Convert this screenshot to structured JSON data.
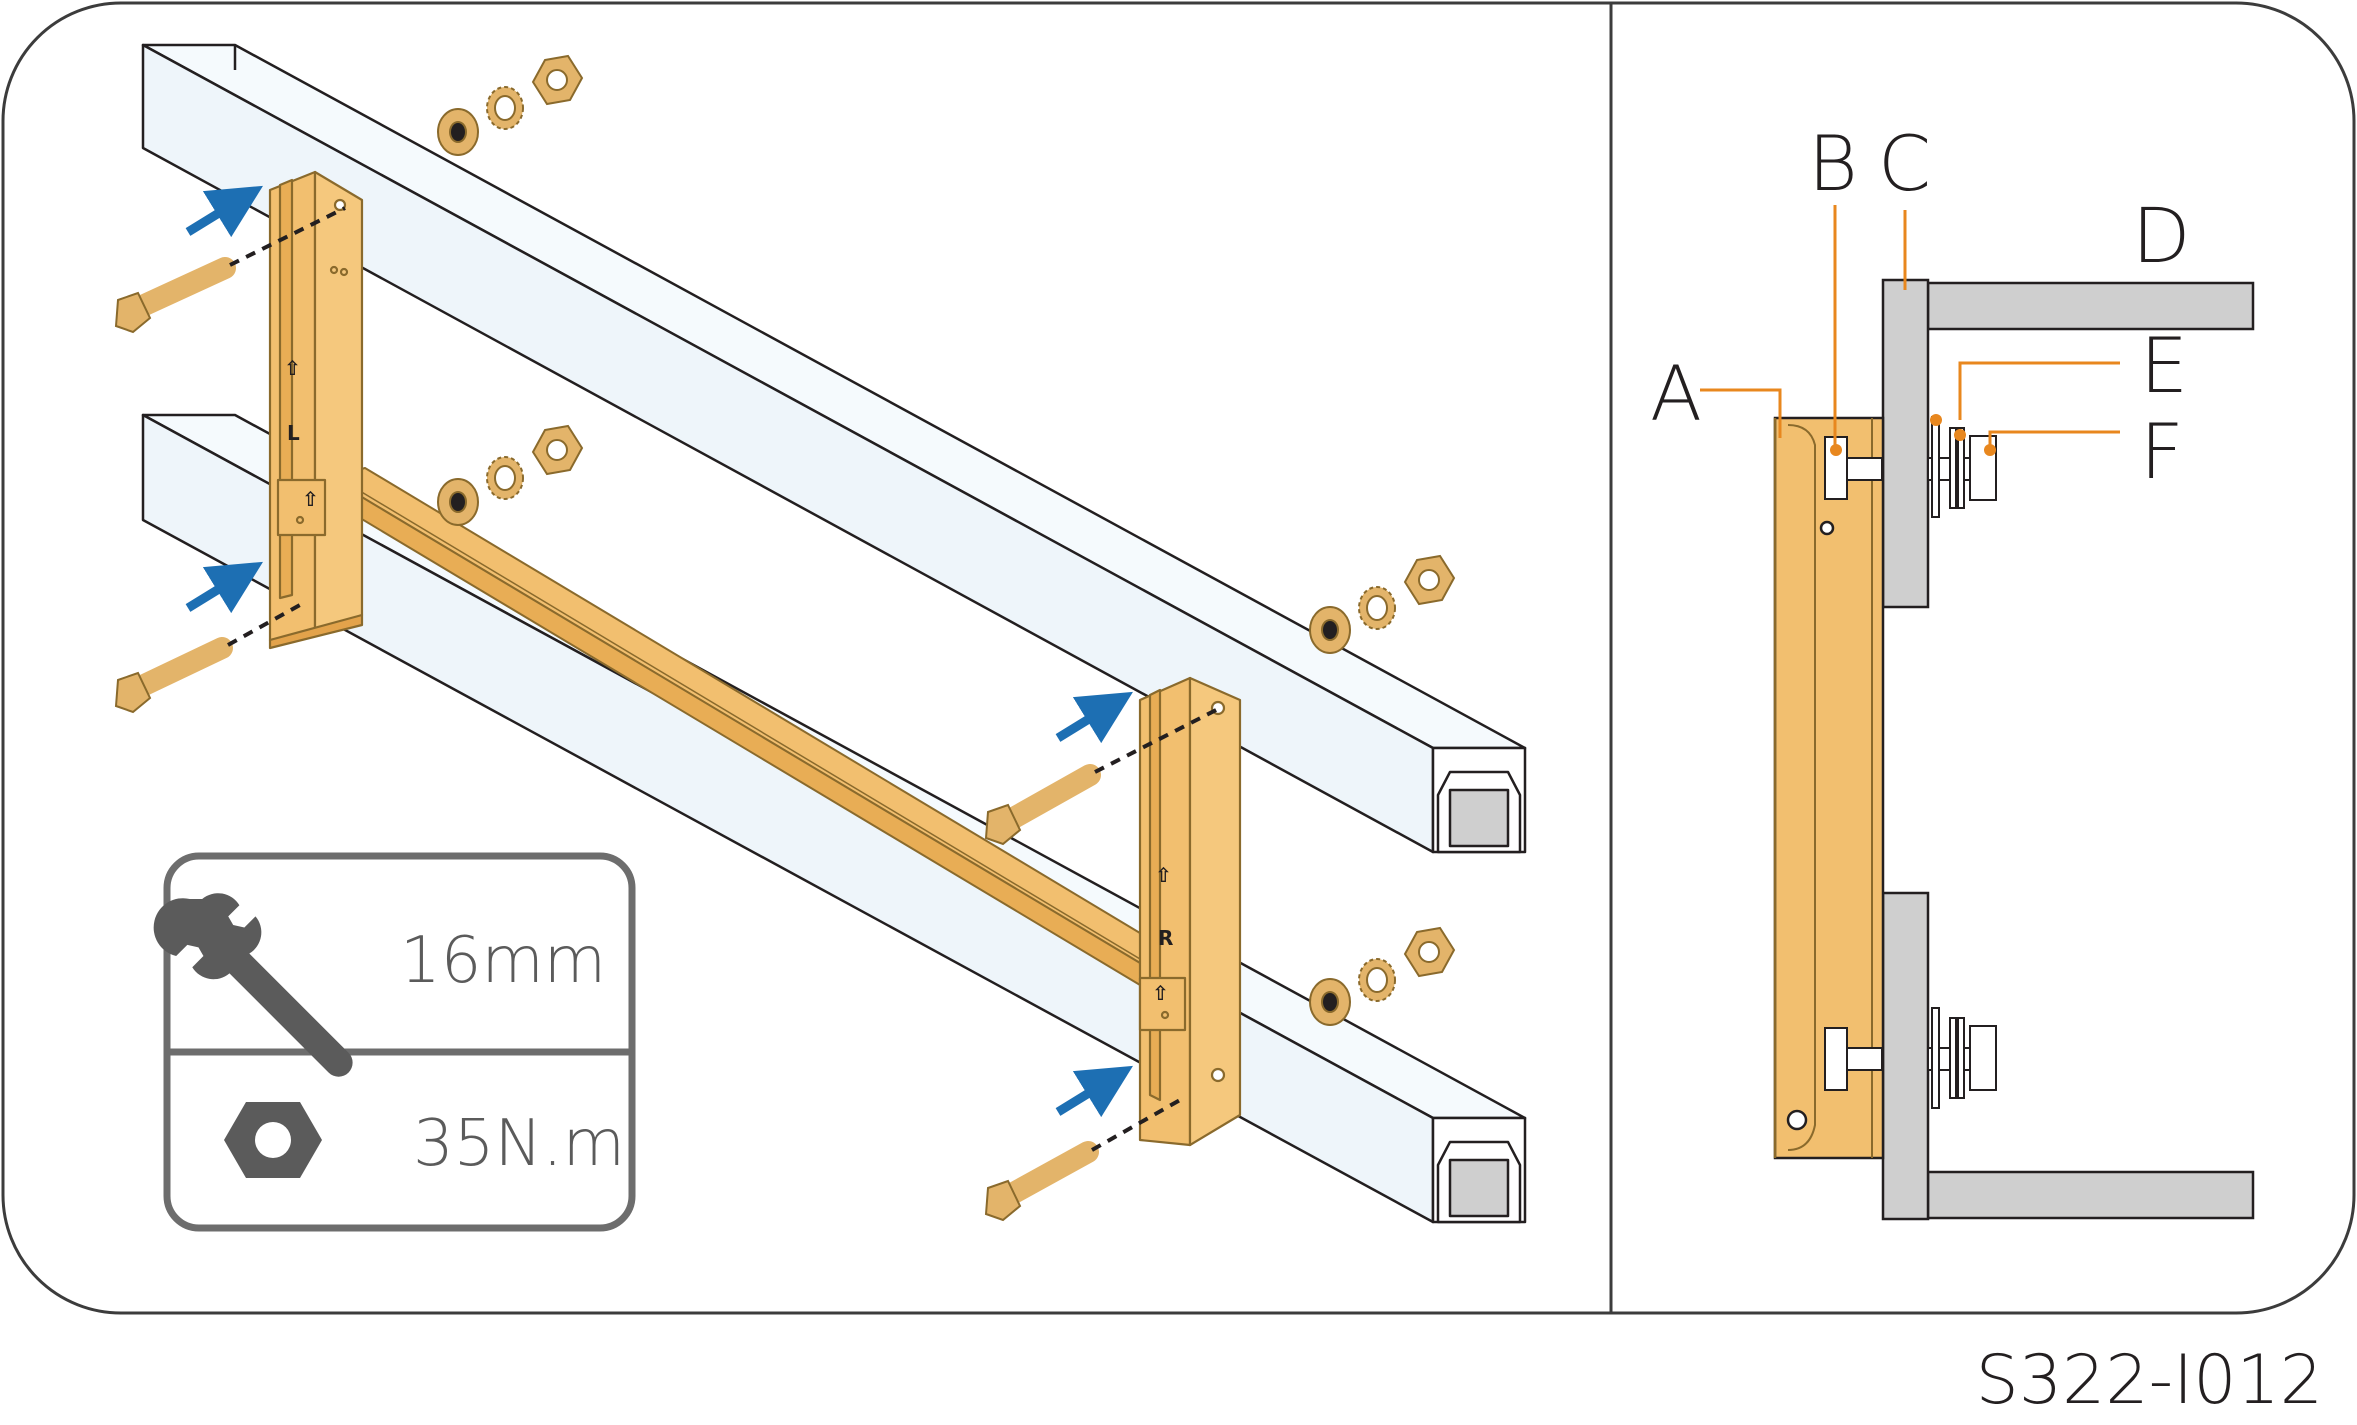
{
  "callouts": {
    "a": "A",
    "b": "B",
    "c": "C",
    "d": "D",
    "e": "E",
    "f": "F"
  },
  "spec_box": {
    "wrench_size": "16mm",
    "torque": "35N.m",
    "icons": [
      "wrench-icon",
      "hex-nut-icon"
    ]
  },
  "bracket_marks": {
    "left": "L",
    "right": "R",
    "arrow": "⇧"
  },
  "document_code": "S322-I012",
  "colors": {
    "bracket": "#f2bf6f",
    "bracket_stroke": "#8a6a2c",
    "hardware": "#e3b46a",
    "rail_stroke": "#231f20",
    "rail_fill": "#f5fafd",
    "rail_section": "#cfcfcf",
    "arrow": "#1d6fb3",
    "callout_line": "#e8871e",
    "spec_border": "#6d6d6d"
  }
}
